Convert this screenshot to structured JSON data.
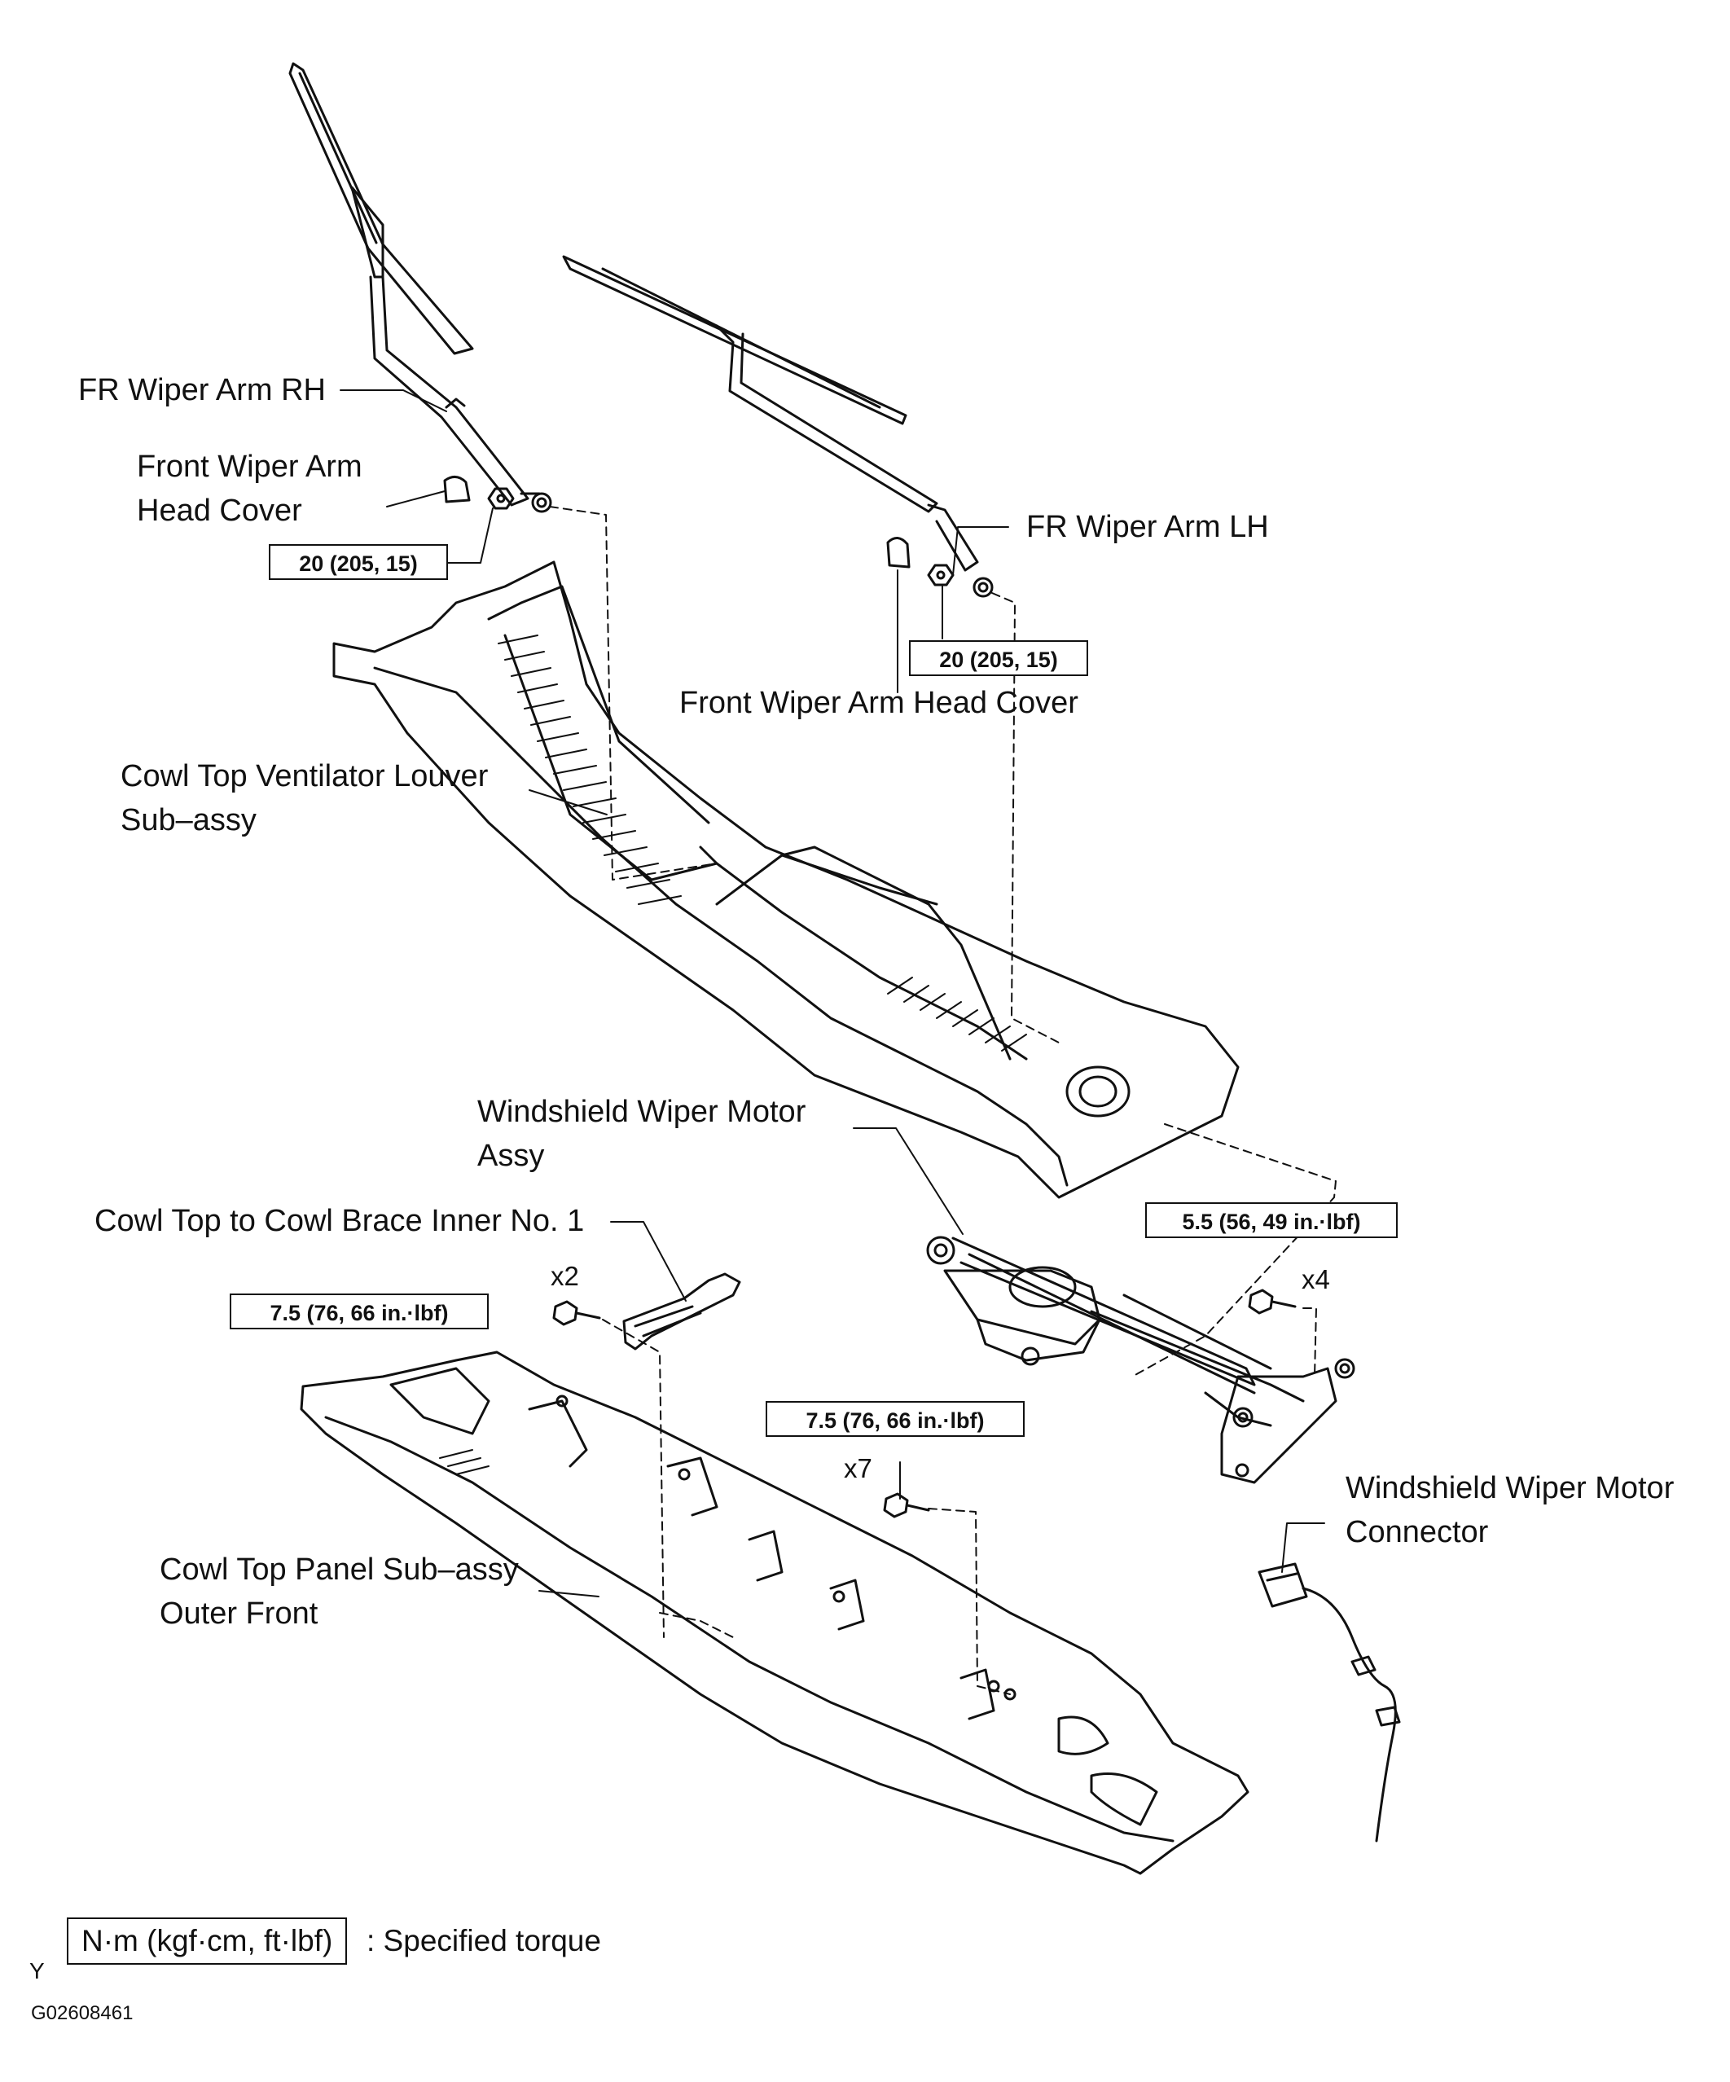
{
  "labels": {
    "fr_wiper_arm_rh": "FR Wiper Arm RH",
    "front_wiper_arm_head_cover_rh_1": "Front Wiper Arm",
    "front_wiper_arm_head_cover_rh_2": "Head Cover",
    "fr_wiper_arm_lh": "FR Wiper Arm LH",
    "front_wiper_arm_head_cover_lh": "Front Wiper Arm Head Cover",
    "cowl_louver_1": "Cowl Top Ventilator Louver",
    "cowl_louver_2": "Sub–assy",
    "wiper_motor_1": "Windshield Wiper Motor",
    "wiper_motor_2": "Assy",
    "cowl_brace": "Cowl Top to Cowl Brace Inner No. 1",
    "cowl_panel_1": "Cowl Top Panel Sub–assy",
    "cowl_panel_2": "Outer Front",
    "wiper_connector_1": "Windshield Wiper Motor",
    "wiper_connector_2": "Connector"
  },
  "torques": {
    "arm_rh": "20 (205, 15)",
    "arm_lh": "20 (205, 15)",
    "motor": "5.5 (56, 49 in.·lbf)",
    "brace": "7.5 (76, 66 in.·lbf)",
    "panel": "7.5 (76, 66 in.·lbf)"
  },
  "quantities": {
    "brace_bolts": "x2",
    "motor_bolts": "x4",
    "panel_bolts": "x7"
  },
  "legend": {
    "unit": "N·m (kgf·cm, ft·lbf)",
    "description": ": Specified torque"
  },
  "footer": {
    "mark": "Y",
    "figure_id": "G02608461"
  }
}
